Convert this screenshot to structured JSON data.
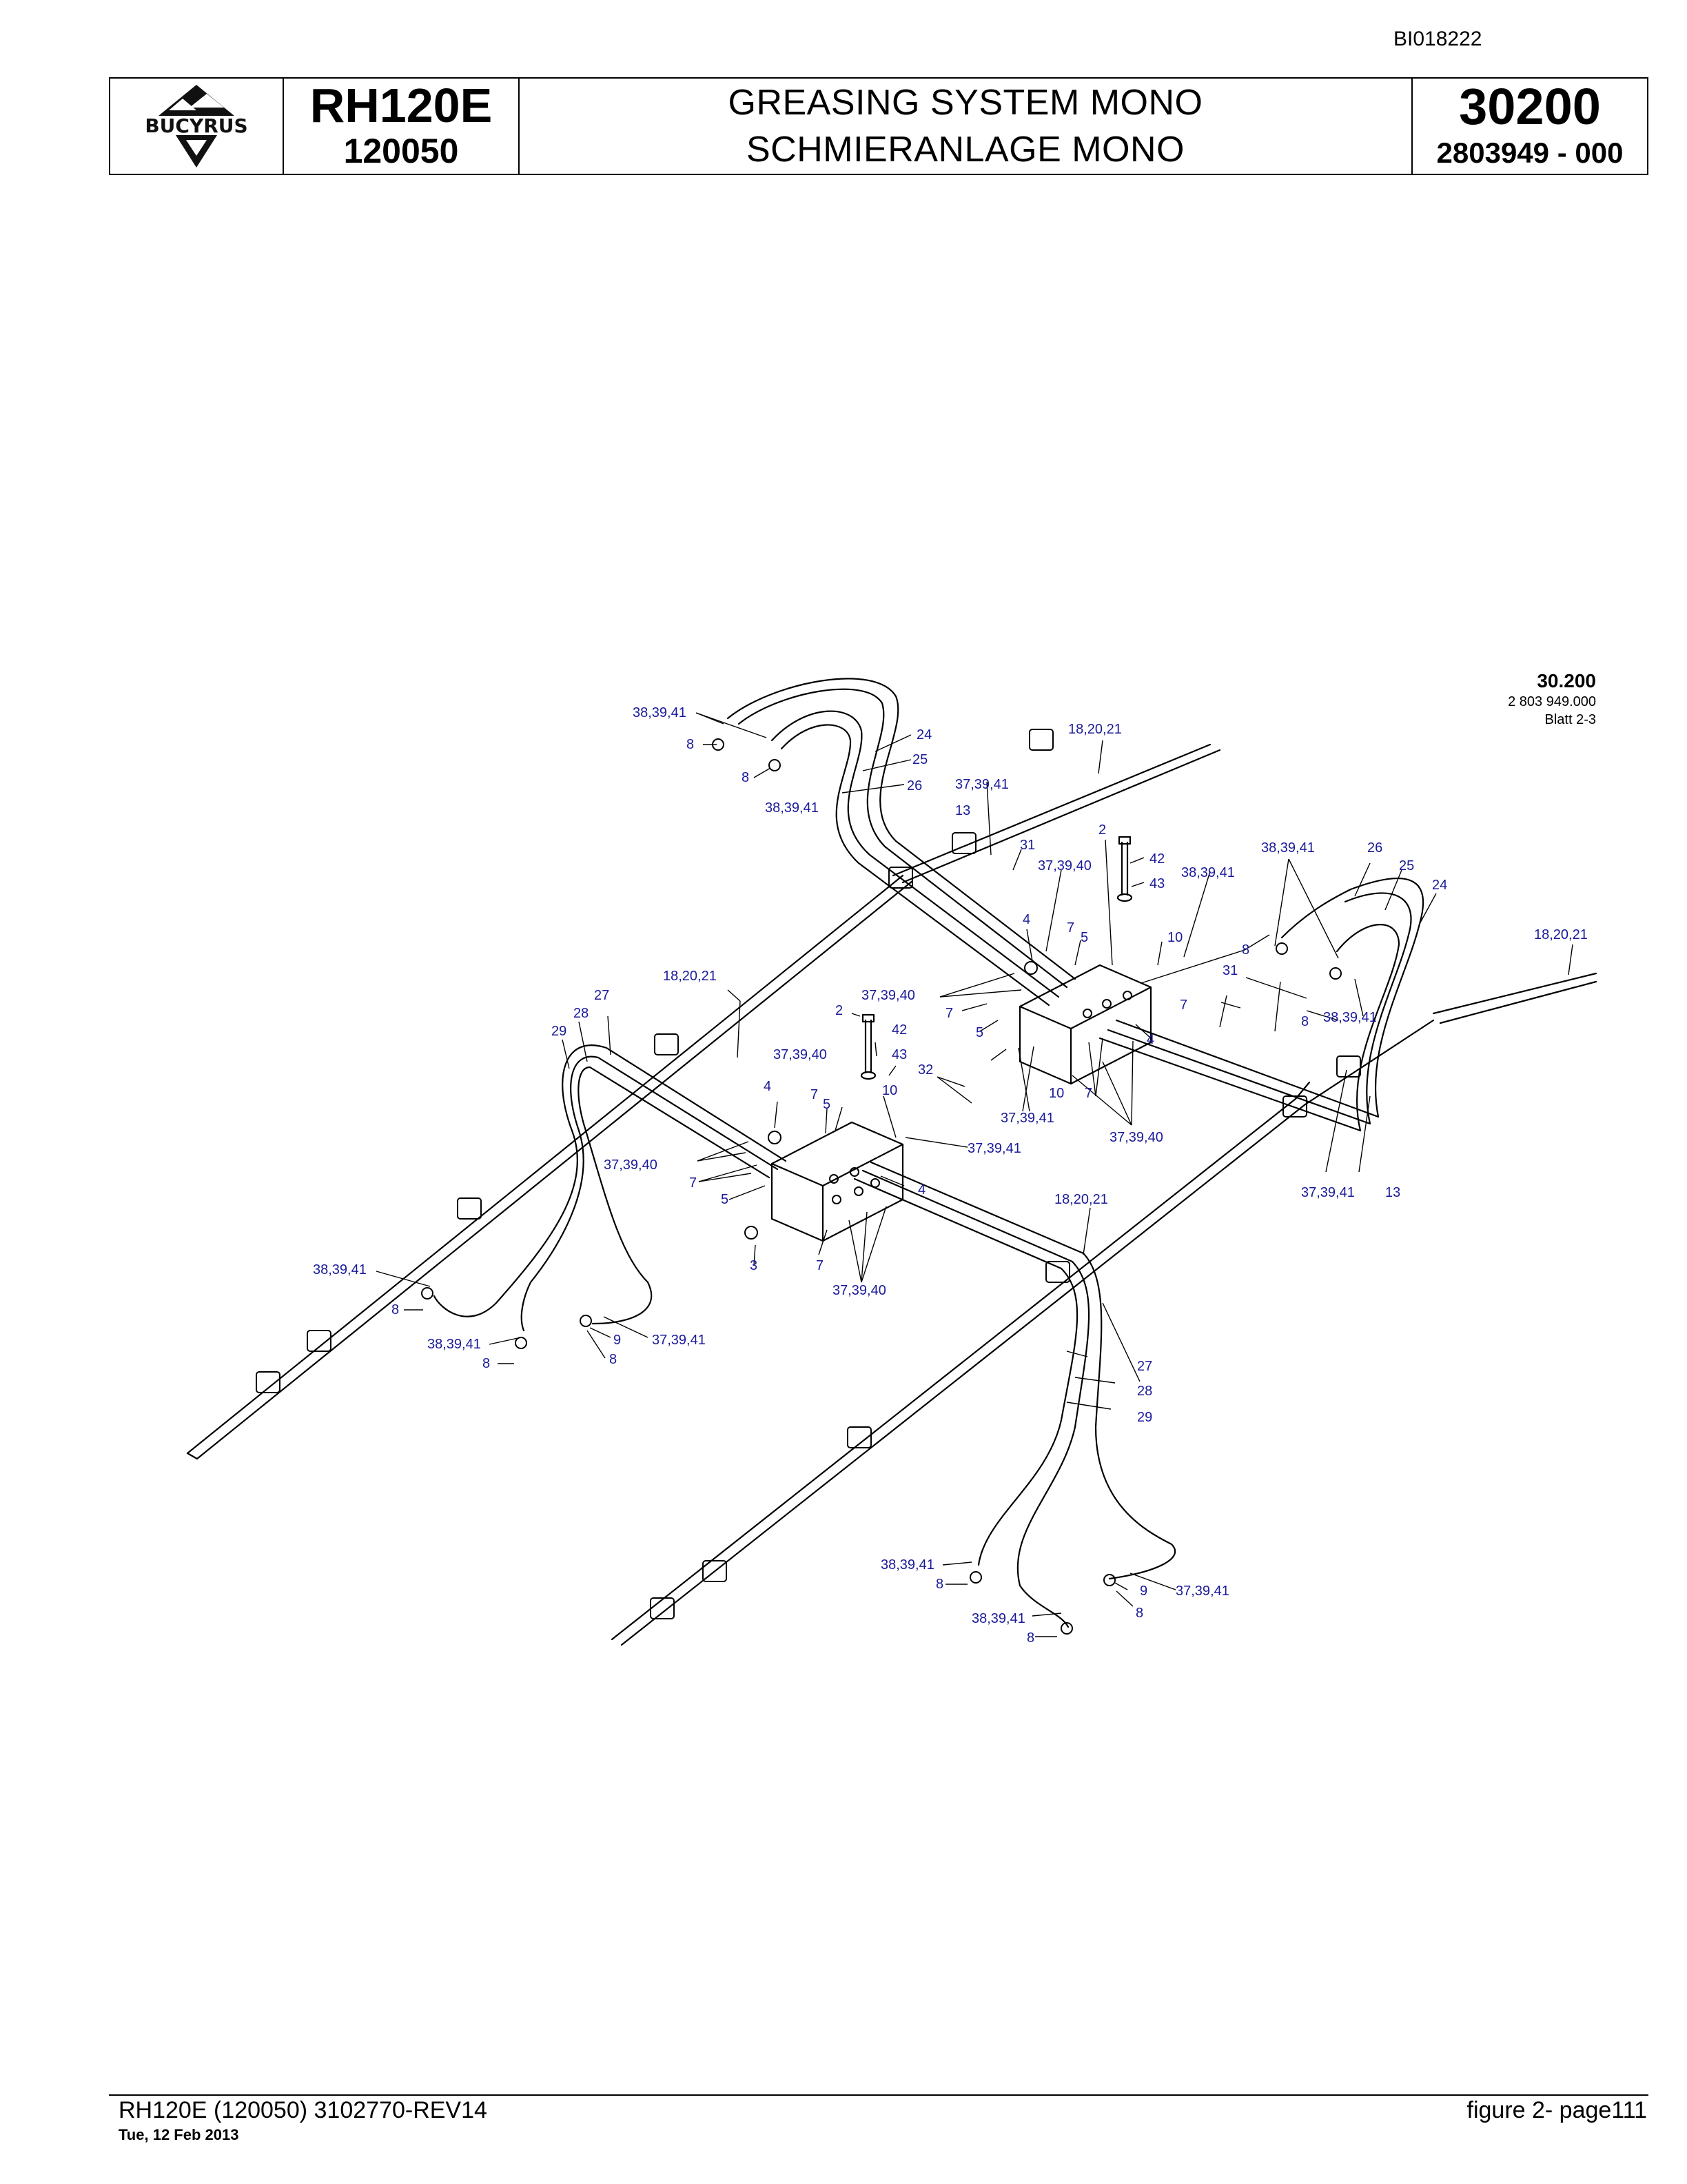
{
  "header": {
    "doc_id": "BI018222",
    "brand": "BUCYRUS",
    "model": "RH120E",
    "serial": "120050",
    "title_en": "GREASING SYSTEM MONO",
    "title_de": "SCHMIERANLAGE MONO",
    "group_number": "30200",
    "part_number": "2803949 - 000"
  },
  "drawing_ref": {
    "number": "30.200",
    "code": "2 803 949.000",
    "sheet": "Blatt 2-3"
  },
  "callouts": {
    "c1": "38,39,41",
    "c2": "8",
    "c3": "8",
    "c4": "38,39,41",
    "c5": "24",
    "c6": "25",
    "c7": "26",
    "c8": "18,20,21",
    "c9": "37,39,41",
    "c10": "13",
    "c11": "31",
    "c12": "2",
    "c13": "42",
    "c14": "43",
    "c15": "37,39,40",
    "c16": "38,39,41",
    "c17": "38,39,41",
    "c18": "26",
    "c19": "25",
    "c20": "24",
    "c21": "18,20,21",
    "c22": "4",
    "c23": "7",
    "c24": "5",
    "c25": "10",
    "c26": "8",
    "c27": "8",
    "c28": "31",
    "c29": "18,20,21",
    "c30": "27",
    "c31": "28",
    "c32": "29",
    "c33": "37,39,40",
    "c34": "7",
    "c35": "5",
    "c36": "7",
    "c37": "4",
    "c38": "38,39,41",
    "c39": "2",
    "c40": "42",
    "c41": "43",
    "c42": "37,39,40",
    "c43": "32",
    "c44": "4",
    "c45": "7",
    "c46": "5",
    "c47": "10",
    "c48": "10",
    "c49": "7",
    "c50": "37,39,41",
    "c51": "37,39,40",
    "c52": "37,39,41",
    "c53": "37,39,41",
    "c54": "13",
    "c55": "37,39,40",
    "c56": "7",
    "c57": "5",
    "c58": "4",
    "c59": "18,20,21",
    "c60": "3",
    "c61": "7",
    "c62": "37,39,40",
    "c63": "38,39,41",
    "c64": "8",
    "c65": "38,39,41",
    "c66": "8",
    "c67": "9",
    "c68": "37,39,41",
    "c69": "8",
    "c70": "27",
    "c71": "28",
    "c72": "29",
    "c73": "38,39,41",
    "c74": "8",
    "c75": "9",
    "c76": "37,39,41",
    "c77": "8",
    "c78": "38,39,41",
    "c79": "8"
  },
  "footer": {
    "left": "RH120E (120050) 3102770-REV14",
    "date": "Tue, 12 Feb 2013",
    "right": "figure 2- page111"
  }
}
